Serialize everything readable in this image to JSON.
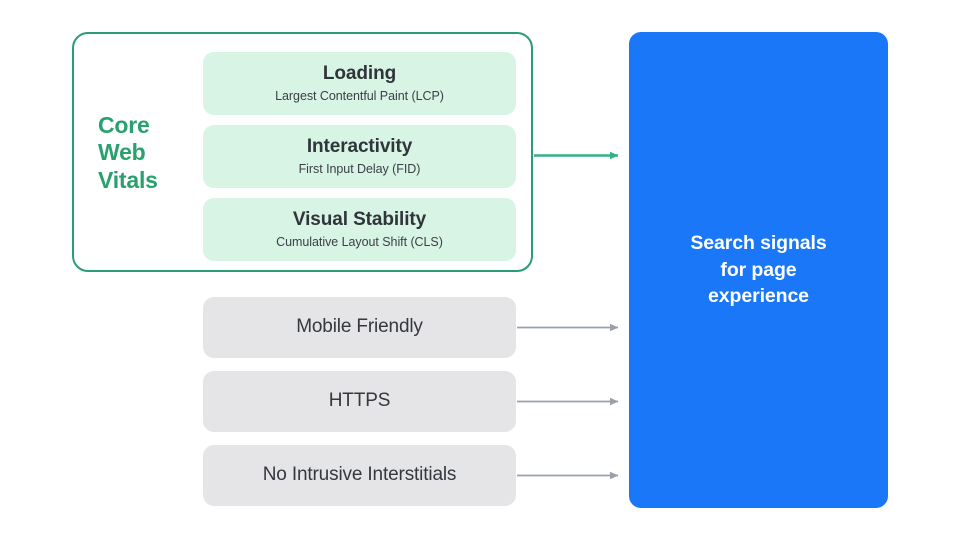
{
  "diagram": {
    "title": "Search signals for page experience",
    "background_color": "#ffffff",
    "colors": {
      "core_green_outline": "#2a9d72",
      "core_green_text": "#2aa06f",
      "vital_card_fill": "#d8f4e4",
      "vital_text": "#30343b",
      "signal_box_fill": "#e5e5e7",
      "signal_text": "#34383f",
      "target_fill": "#1a78f8",
      "target_text": "#ffffff",
      "gray_arrow": "#9aa0a6",
      "green_arrow": "#35b184"
    }
  },
  "core_web_vitals": {
    "group_label_lines": [
      "Core",
      "Web",
      "Vitals"
    ],
    "group_label": "Core Web Vitals",
    "items": [
      {
        "title": "Loading",
        "subtitle": "Largest Contentful Paint (LCP)",
        "abbreviation": "LCP"
      },
      {
        "title": "Interactivity",
        "subtitle": "First Input Delay (FID)",
        "abbreviation": "FID"
      },
      {
        "title": "Visual Stability",
        "subtitle": "Cumulative Layout Shift (CLS)",
        "abbreviation": "CLS"
      }
    ]
  },
  "other_signals": [
    {
      "label": "Mobile Friendly"
    },
    {
      "label": "HTTPS"
    },
    {
      "label": "No Intrusive Interstitials"
    }
  ],
  "target": {
    "text": "Search signals\nfor page\nexperience",
    "lines": [
      "Search signals",
      "for page",
      "experience"
    ]
  },
  "arrows": [
    {
      "name": "core-web-vitals-to-target",
      "color": "#35b184",
      "style": "solid-with-bracket"
    },
    {
      "name": "mobile-friendly-to-target",
      "color": "#9aa0a6",
      "style": "solid"
    },
    {
      "name": "https-to-target",
      "color": "#9aa0a6",
      "style": "solid"
    },
    {
      "name": "no-intrusive-interstitials-to-target",
      "color": "#9aa0a6",
      "style": "solid"
    }
  ]
}
